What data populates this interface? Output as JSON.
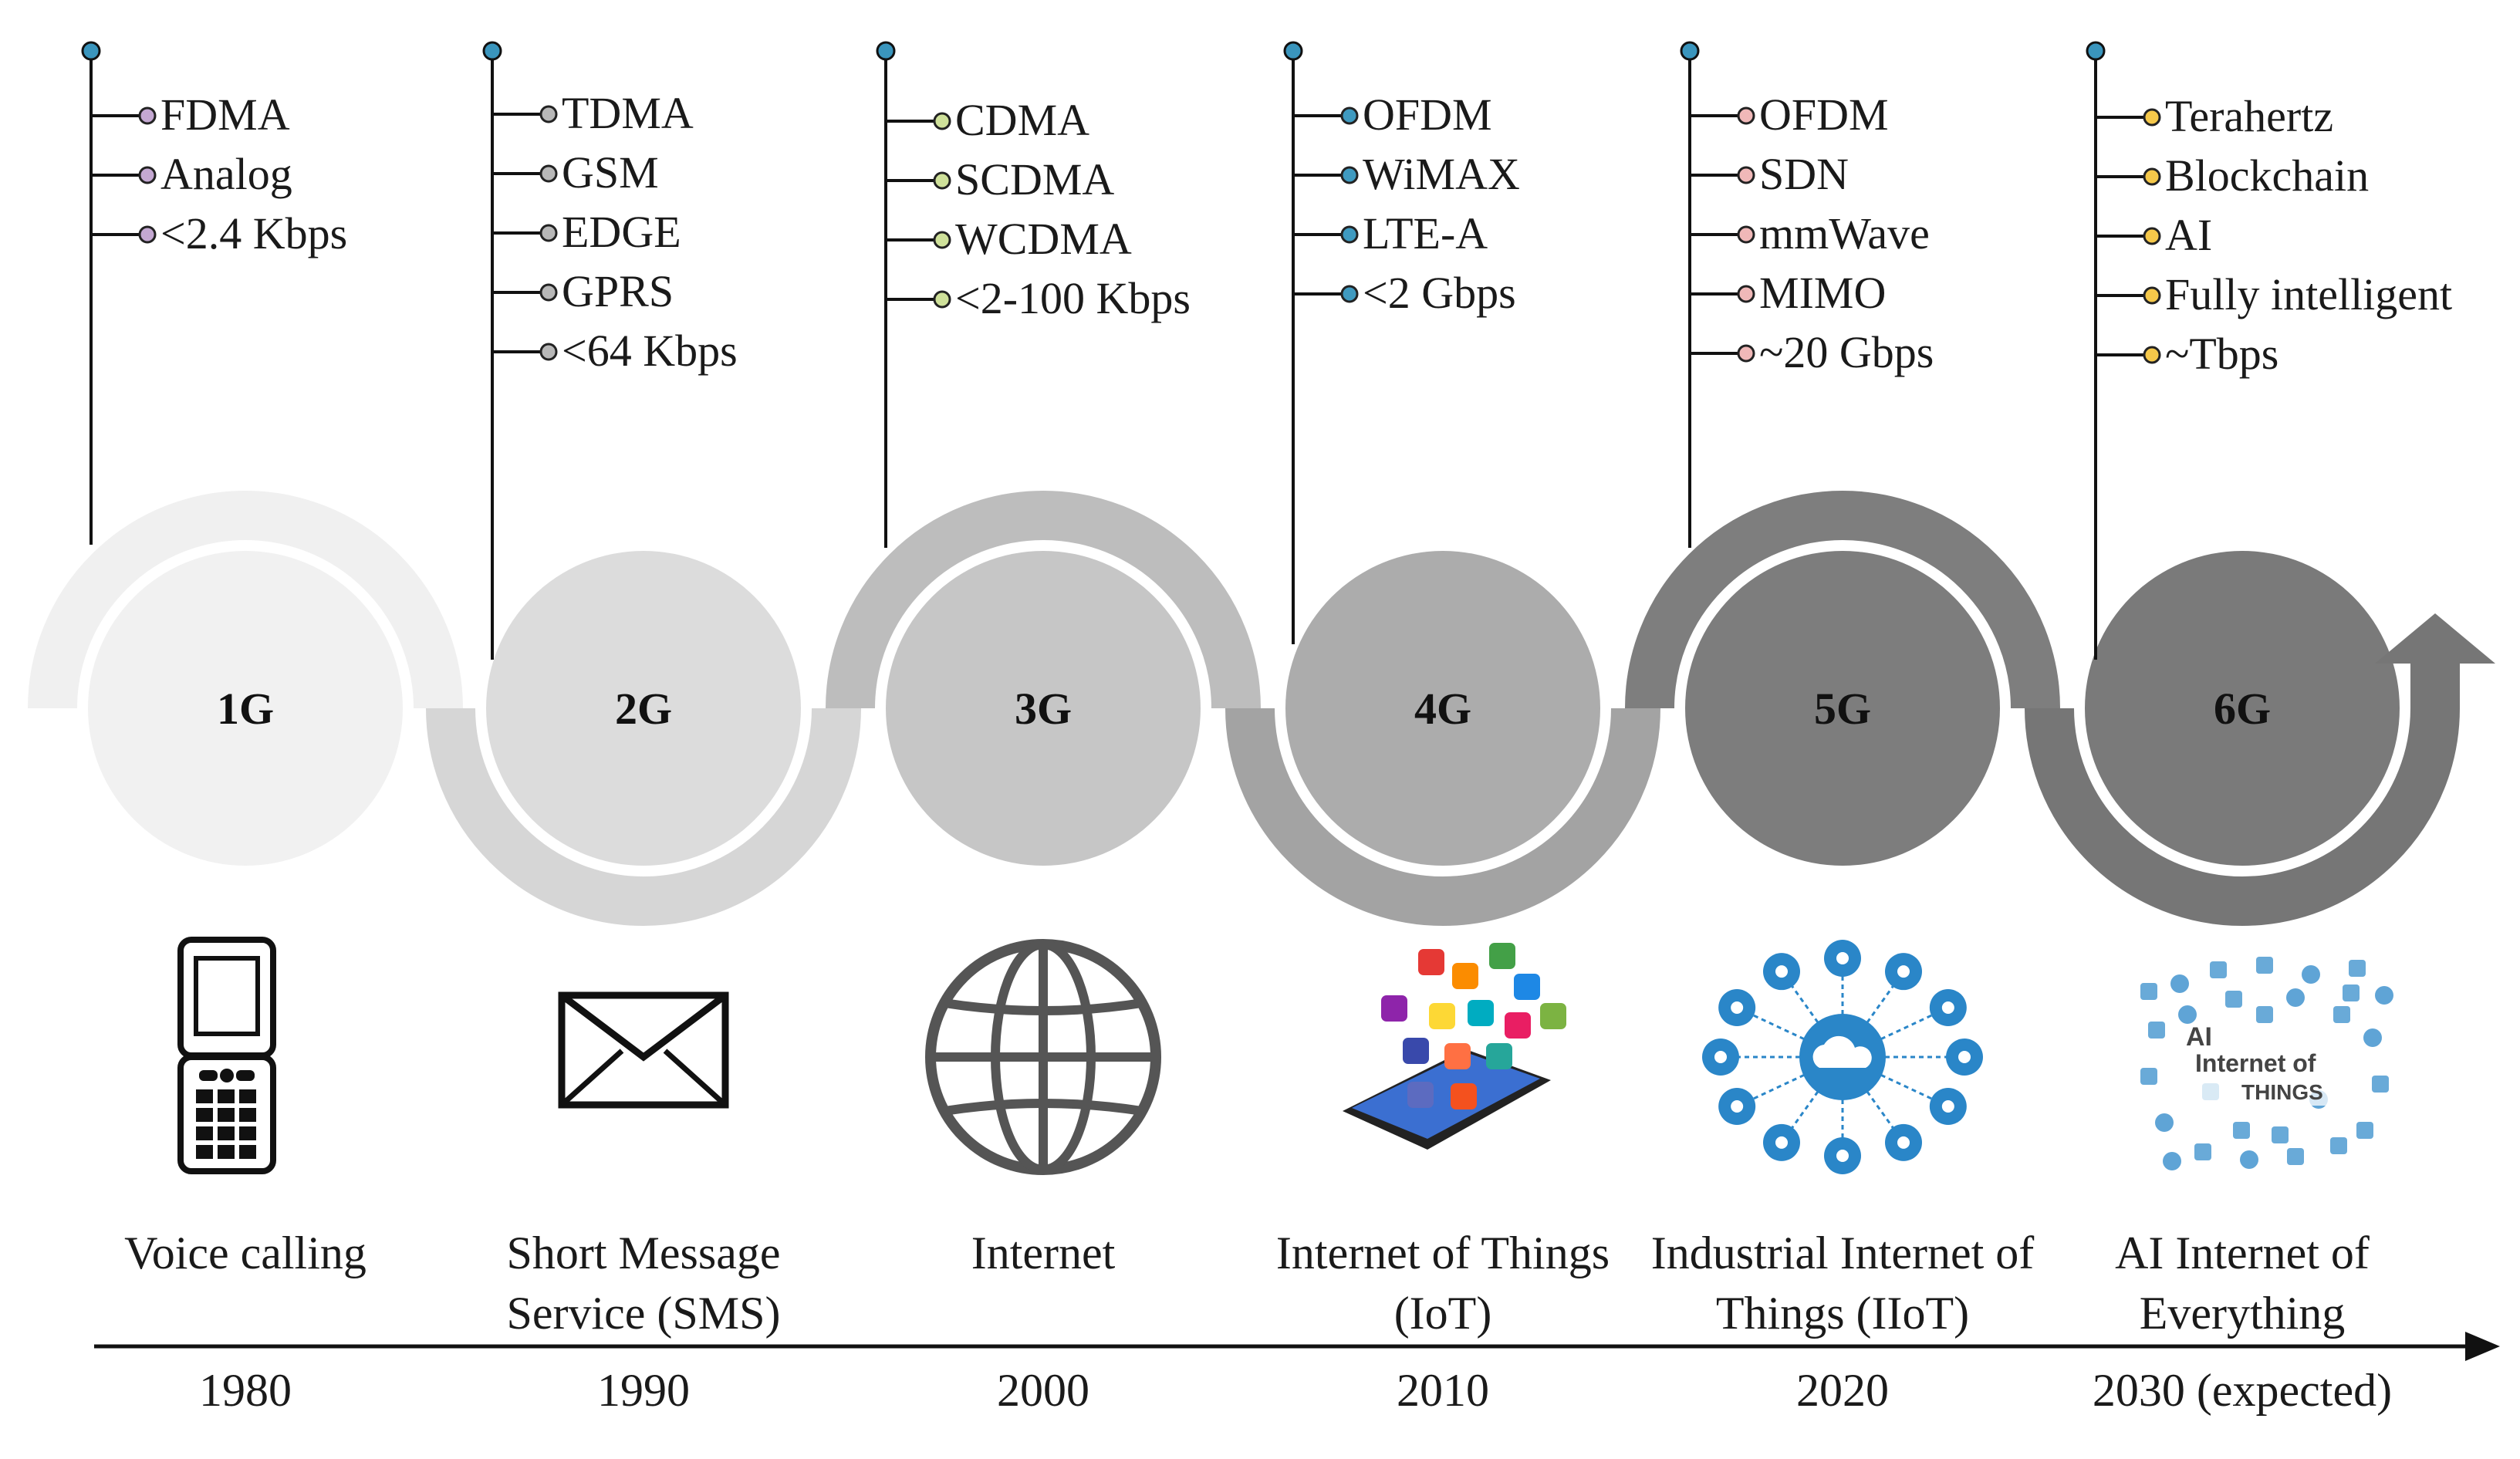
{
  "generations": [
    {
      "name": "1G",
      "features": [
        "FDMA",
        "Analog",
        "<2.4 Kbps"
      ],
      "application": [
        "Voice calling"
      ],
      "year": "1980",
      "dot_color": "#c4a8d2",
      "icon": "flip-phone-icon"
    },
    {
      "name": "2G",
      "features": [
        "TDMA",
        "GSM",
        "EDGE",
        "GPRS",
        "<64 Kbps"
      ],
      "application": [
        "Short Message",
        "Service (SMS)"
      ],
      "year": "1990",
      "dot_color": "#b8b8b8",
      "icon": "envelope-icon"
    },
    {
      "name": "3G",
      "features": [
        "CDMA",
        "SCDMA",
        "WCDMA",
        "<2-100 Kbps"
      ],
      "application": [
        "Internet"
      ],
      "year": "2000",
      "dot_color": "#cfe19a",
      "icon": "globe-icon"
    },
    {
      "name": "4G",
      "features": [
        "OFDM",
        "WiMAX",
        "LTE-A",
        "<2 Gbps"
      ],
      "application": [
        "Internet of Things",
        "(IoT)"
      ],
      "year": "2010",
      "dot_color": "#3f9ac0",
      "icon": "smartphone-apps-icon"
    },
    {
      "name": "5G",
      "features": [
        "OFDM",
        "SDN",
        "mmWave",
        "MIMO",
        "~20 Gbps"
      ],
      "application": [
        "Industrial Internet of",
        "Things (IIoT)"
      ],
      "year": "2020",
      "dot_color": "#f0b8b8",
      "icon": "cloud-network-icon"
    },
    {
      "name": "6G",
      "features": [
        "Terahertz",
        "Blockchain",
        "AI",
        "Fully intelligent",
        "~Tbps"
      ],
      "application": [
        "AI Internet of",
        "Everything"
      ],
      "year": "2030 (expected)",
      "dot_color": "#f5c84a",
      "icon": "ai-internet-of-things-icon",
      "icon_text": [
        "AI",
        "Internet of",
        "THINGS"
      ]
    }
  ],
  "colors": {
    "circle_fills": [
      "#f1f1f1",
      "#dcdcdc",
      "#c6c6c6",
      "#acacac",
      "#7d7d7d",
      "#7a7a7a"
    ],
    "band_fills": [
      "#f0f0f0",
      "#d6d6d6",
      "#bdbdbd",
      "#a3a3a3",
      "#7e7e7e",
      "#767676"
    ],
    "top_dot": "#3a95bd",
    "icon_blue": "#2a86c8"
  }
}
